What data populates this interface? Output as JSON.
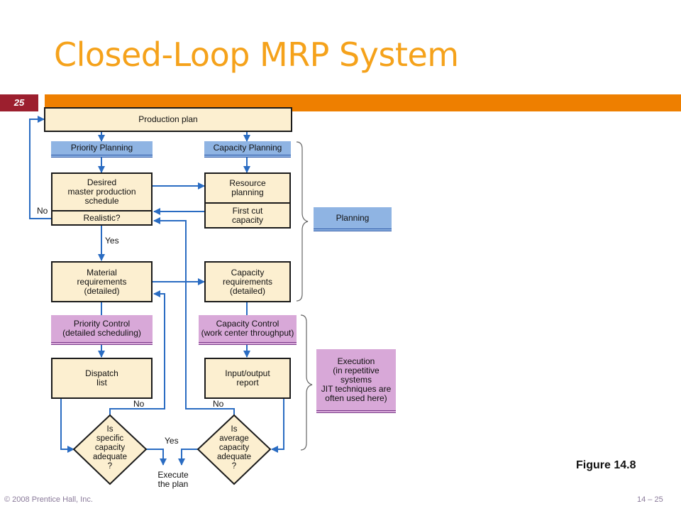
{
  "slide": {
    "title": "Closed-Loop MRP System",
    "number": "25",
    "figure_label": "Figure 14.8",
    "footer_left": "© 2008 Prentice Hall, Inc.",
    "footer_right": "14 – 25"
  },
  "diagram": {
    "production_plan": "Production plan",
    "priority_planning": "Priority Planning",
    "capacity_planning": "Capacity Planning",
    "desired_mps": "Desired\nmaster production\nschedule",
    "realistic": "Realistic?",
    "resource_planning": "Resource\nplanning",
    "first_cut_capacity": "First cut\ncapacity",
    "planning": "Planning",
    "material_requirements": "Material\nrequirements\n(detailed)",
    "capacity_requirements": "Capacity\nrequirements\n(detailed)",
    "priority_control": "Priority Control\n(detailed scheduling)",
    "capacity_control": "Capacity Control\n(work center throughput)",
    "execution": "Execution\n(in repetitive\nsystems\nJIT techniques are\noften used here)",
    "dispatch_list": "Dispatch\nlist",
    "input_output_report": "Input/output\nreport",
    "specific_capacity_adequate": "Is\nspecific\ncapacity\nadequate\n?",
    "average_capacity_adequate": "Is\naverage\ncapacity\nadequate\n?",
    "execute_the_plan": "Execute\nthe plan",
    "label_no_left": "No",
    "label_yes_mid": "Yes",
    "label_no_dispatch": "No",
    "label_no_io": "No",
    "label_yes_bottom": "Yes"
  },
  "colors": {
    "title": "#f5a21b",
    "accent_bar": "#ee7f00",
    "slide_number_bg": "#9c1f2e",
    "box_fill": "#fcefd0",
    "planning_band": "#8fb4e3",
    "control_band": "#d8a8d8",
    "arrow": "#2a6cc2"
  }
}
